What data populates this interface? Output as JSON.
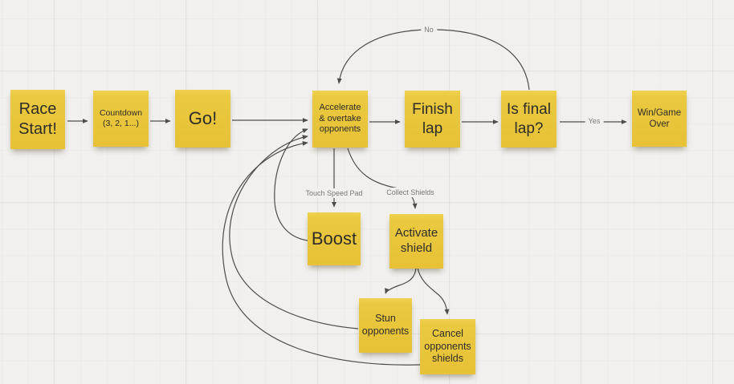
{
  "canvas": {
    "background_color": "#f1f0ee",
    "note_color": "#e9c83f",
    "connector_color": "#4c4c4c",
    "label_color": "#787873"
  },
  "notes": {
    "race_start": {
      "text": "Race\nStart!"
    },
    "countdown": {
      "text": "Countdown\n(3, 2, 1...)"
    },
    "go": {
      "text": "Go!"
    },
    "accelerate": {
      "text": "Accelerate\n& overtake\nopponents"
    },
    "finish_lap": {
      "text": "Finish\nlap"
    },
    "is_final_lap": {
      "text": "Is final\nlap?"
    },
    "win_game_over": {
      "text": "Win/Game\nOver"
    },
    "boost": {
      "text": "Boost"
    },
    "activate_shield": {
      "text": "Activate\nshield"
    },
    "stun_opponents": {
      "text": "Stun\nopponents"
    },
    "cancel_shields": {
      "text": "Cancel\nopponents\nshields"
    }
  },
  "edge_labels": {
    "no": "No",
    "yes": "Yes",
    "touch_speed_pad": "Touch Speed Pad",
    "collect_shields": "Collect Shields"
  },
  "edges": [
    {
      "from": "race_start",
      "to": "countdown",
      "label": ""
    },
    {
      "from": "countdown",
      "to": "go",
      "label": ""
    },
    {
      "from": "go",
      "to": "accelerate",
      "label": ""
    },
    {
      "from": "accelerate",
      "to": "finish_lap",
      "label": ""
    },
    {
      "from": "finish_lap",
      "to": "is_final_lap",
      "label": ""
    },
    {
      "from": "is_final_lap",
      "to": "win_game_over",
      "label": "Yes"
    },
    {
      "from": "is_final_lap",
      "to": "accelerate",
      "label": "No"
    },
    {
      "from": "accelerate",
      "to": "boost",
      "label": "Touch Speed Pad"
    },
    {
      "from": "accelerate",
      "to": "activate_shield",
      "label": "Collect Shields"
    },
    {
      "from": "boost",
      "to": "accelerate",
      "label": ""
    },
    {
      "from": "activate_shield",
      "to": "stun_opponents",
      "label": ""
    },
    {
      "from": "activate_shield",
      "to": "cancel_shields",
      "label": ""
    },
    {
      "from": "stun_opponents",
      "to": "accelerate",
      "label": ""
    },
    {
      "from": "cancel_shields",
      "to": "accelerate",
      "label": ""
    }
  ]
}
